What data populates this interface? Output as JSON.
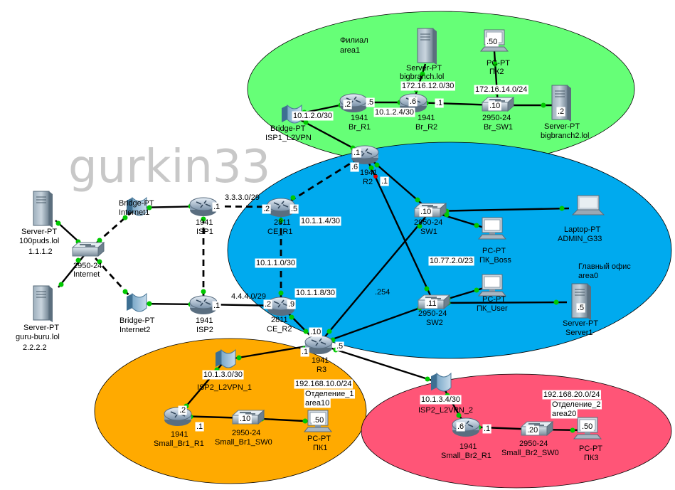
{
  "watermark": "gurkin33",
  "areas": {
    "branch": {
      "name": "Филиал",
      "area": "area1",
      "color": "#66ff77"
    },
    "main": {
      "name": "Главный офис",
      "area": "area0",
      "color": "#00aaee"
    },
    "small1": {
      "name": "Отделение_1",
      "area": "area10",
      "color": "#ffaa00"
    },
    "small2": {
      "name": "Отделение_2",
      "area": "area20",
      "color": "#ff5577"
    }
  },
  "devices": {
    "srv_bigbranch": {
      "type": "Server-PT",
      "name": "bigbranch.lol"
    },
    "pc2": {
      "type": "PC-PT",
      "name": "ПК2",
      "ip": ".50"
    },
    "br_r1": {
      "type": "1941",
      "name": "Br_R1"
    },
    "br_r2": {
      "type": "1941",
      "name": "Br_R2"
    },
    "br_sw1": {
      "type": "2950-24",
      "name": "Br_SW1",
      "ip": ".10"
    },
    "srv_bigbranch2": {
      "type": "Server-PT",
      "name": "bigbranch2.lol",
      "ip": ".2"
    },
    "bridge_isp1": {
      "type": "Bridge-PT",
      "name": "ISP1_L2VPN"
    },
    "r2": {
      "type": "1941",
      "name": "R2"
    },
    "srv_100puds": {
      "type": "Server-PT",
      "name": "100puds.lol",
      "ip": "1.1.1.2"
    },
    "sw_internet": {
      "type": "2950-24",
      "name": "Internet"
    },
    "srv_guru": {
      "type": "Server-PT",
      "name": "guru-buru.lol",
      "ip": "2.2.2.2"
    },
    "bridge_internet1": {
      "type": "Bridge-PT",
      "name": "Internet1"
    },
    "bridge_internet2": {
      "type": "Bridge-PT",
      "name": "Internet2"
    },
    "isp1": {
      "type": "1941",
      "name": "ISP1"
    },
    "isp2": {
      "type": "1941",
      "name": "ISP2"
    },
    "ce_r1": {
      "type": "2811",
      "name": "CE_R1"
    },
    "ce_r2": {
      "type": "2811",
      "name": "CE_R2"
    },
    "sw1": {
      "type": "2950-24",
      "name": "SW1",
      "ip": ".10"
    },
    "sw2": {
      "type": "2950-24",
      "name": "SW2",
      "ip": ".11"
    },
    "laptop": {
      "type": "Laptop-PT",
      "name": "ADMIN_G33"
    },
    "pc_boss": {
      "type": "PC-PT",
      "name": "ПК_Boss"
    },
    "pc_user": {
      "type": "PC-PT",
      "name": "ПК_User"
    },
    "server1": {
      "type": "Server-PT",
      "name": "Server1",
      "ip": ".5"
    },
    "r3": {
      "type": "1941",
      "name": "R3"
    },
    "bridge_isp2_1": {
      "type": "Bridge-PT",
      "name": "ISP2_L2VPN_1"
    },
    "small_br1_r1": {
      "type": "1941",
      "name": "Small_Br1_R1"
    },
    "small_br1_sw0": {
      "type": "2950-24",
      "name": "Small_Br1_SW0",
      "ip": ".10"
    },
    "pc1": {
      "type": "PC-PT",
      "name": "ПК1",
      "ip": ".50"
    },
    "bridge_isp2_2": {
      "type": "Bridge-PT",
      "name": "ISP2_L2VPN_2"
    },
    "small_br2_r1": {
      "type": "1941",
      "name": "Small_Br2_R1"
    },
    "small_br2_sw0": {
      "type": "2950-24",
      "name": "Small_Br2_SW0",
      "ip": ".20"
    },
    "pc3": {
      "type": "PC-PT",
      "name": "ПК3",
      "ip": ".50"
    }
  },
  "networks": {
    "br_srv": "172.16.12.0/30",
    "br_lan": "172.16.14.0/24",
    "br_r1_r2": "10.1.2.4/30",
    "isp1_l2vpn": "10.1.2.0/30",
    "isp1_ce": "3.3.3.0/29",
    "ce_r1_r2": "10.1.1.4/30",
    "ce_r1_ce_r2": "10.1.1.0/30",
    "isp2_ce": "4.4.4.0/29",
    "ce_r2_r3": "10.1.1.8/30",
    "main_lan": "10.77.2.0/23",
    "small1_wan": "10.1.3.0/30",
    "small1_lan": "192.168.10.0/24",
    "small2_wan": "10.1.3.4/30",
    "small2_lan": "192.168.20.0/24"
  },
  "ports": {
    "br_r1_left": ".2",
    "br_r1_right": ".5",
    "br_r2_left": ".6",
    "br_r2_right": ".1",
    "r2_top": ".1",
    "r2_left": ".6",
    "r2_down": ".1",
    "isp1_right": ".1",
    "ce_r1_left": ".2",
    "ce_r1_right": ".5",
    "isp2_right": ".1",
    "ce_r2_left": ".2",
    "ce_r2_right": ".9",
    "r3_top": ".10",
    "r3_left": ".1",
    "r3_right": ".5",
    "r3_sw": ".254",
    "small_br1_top": ".2",
    "small_br1_right": ".1",
    "small_br2_left": ".6",
    "small_br2_right": ".1"
  }
}
